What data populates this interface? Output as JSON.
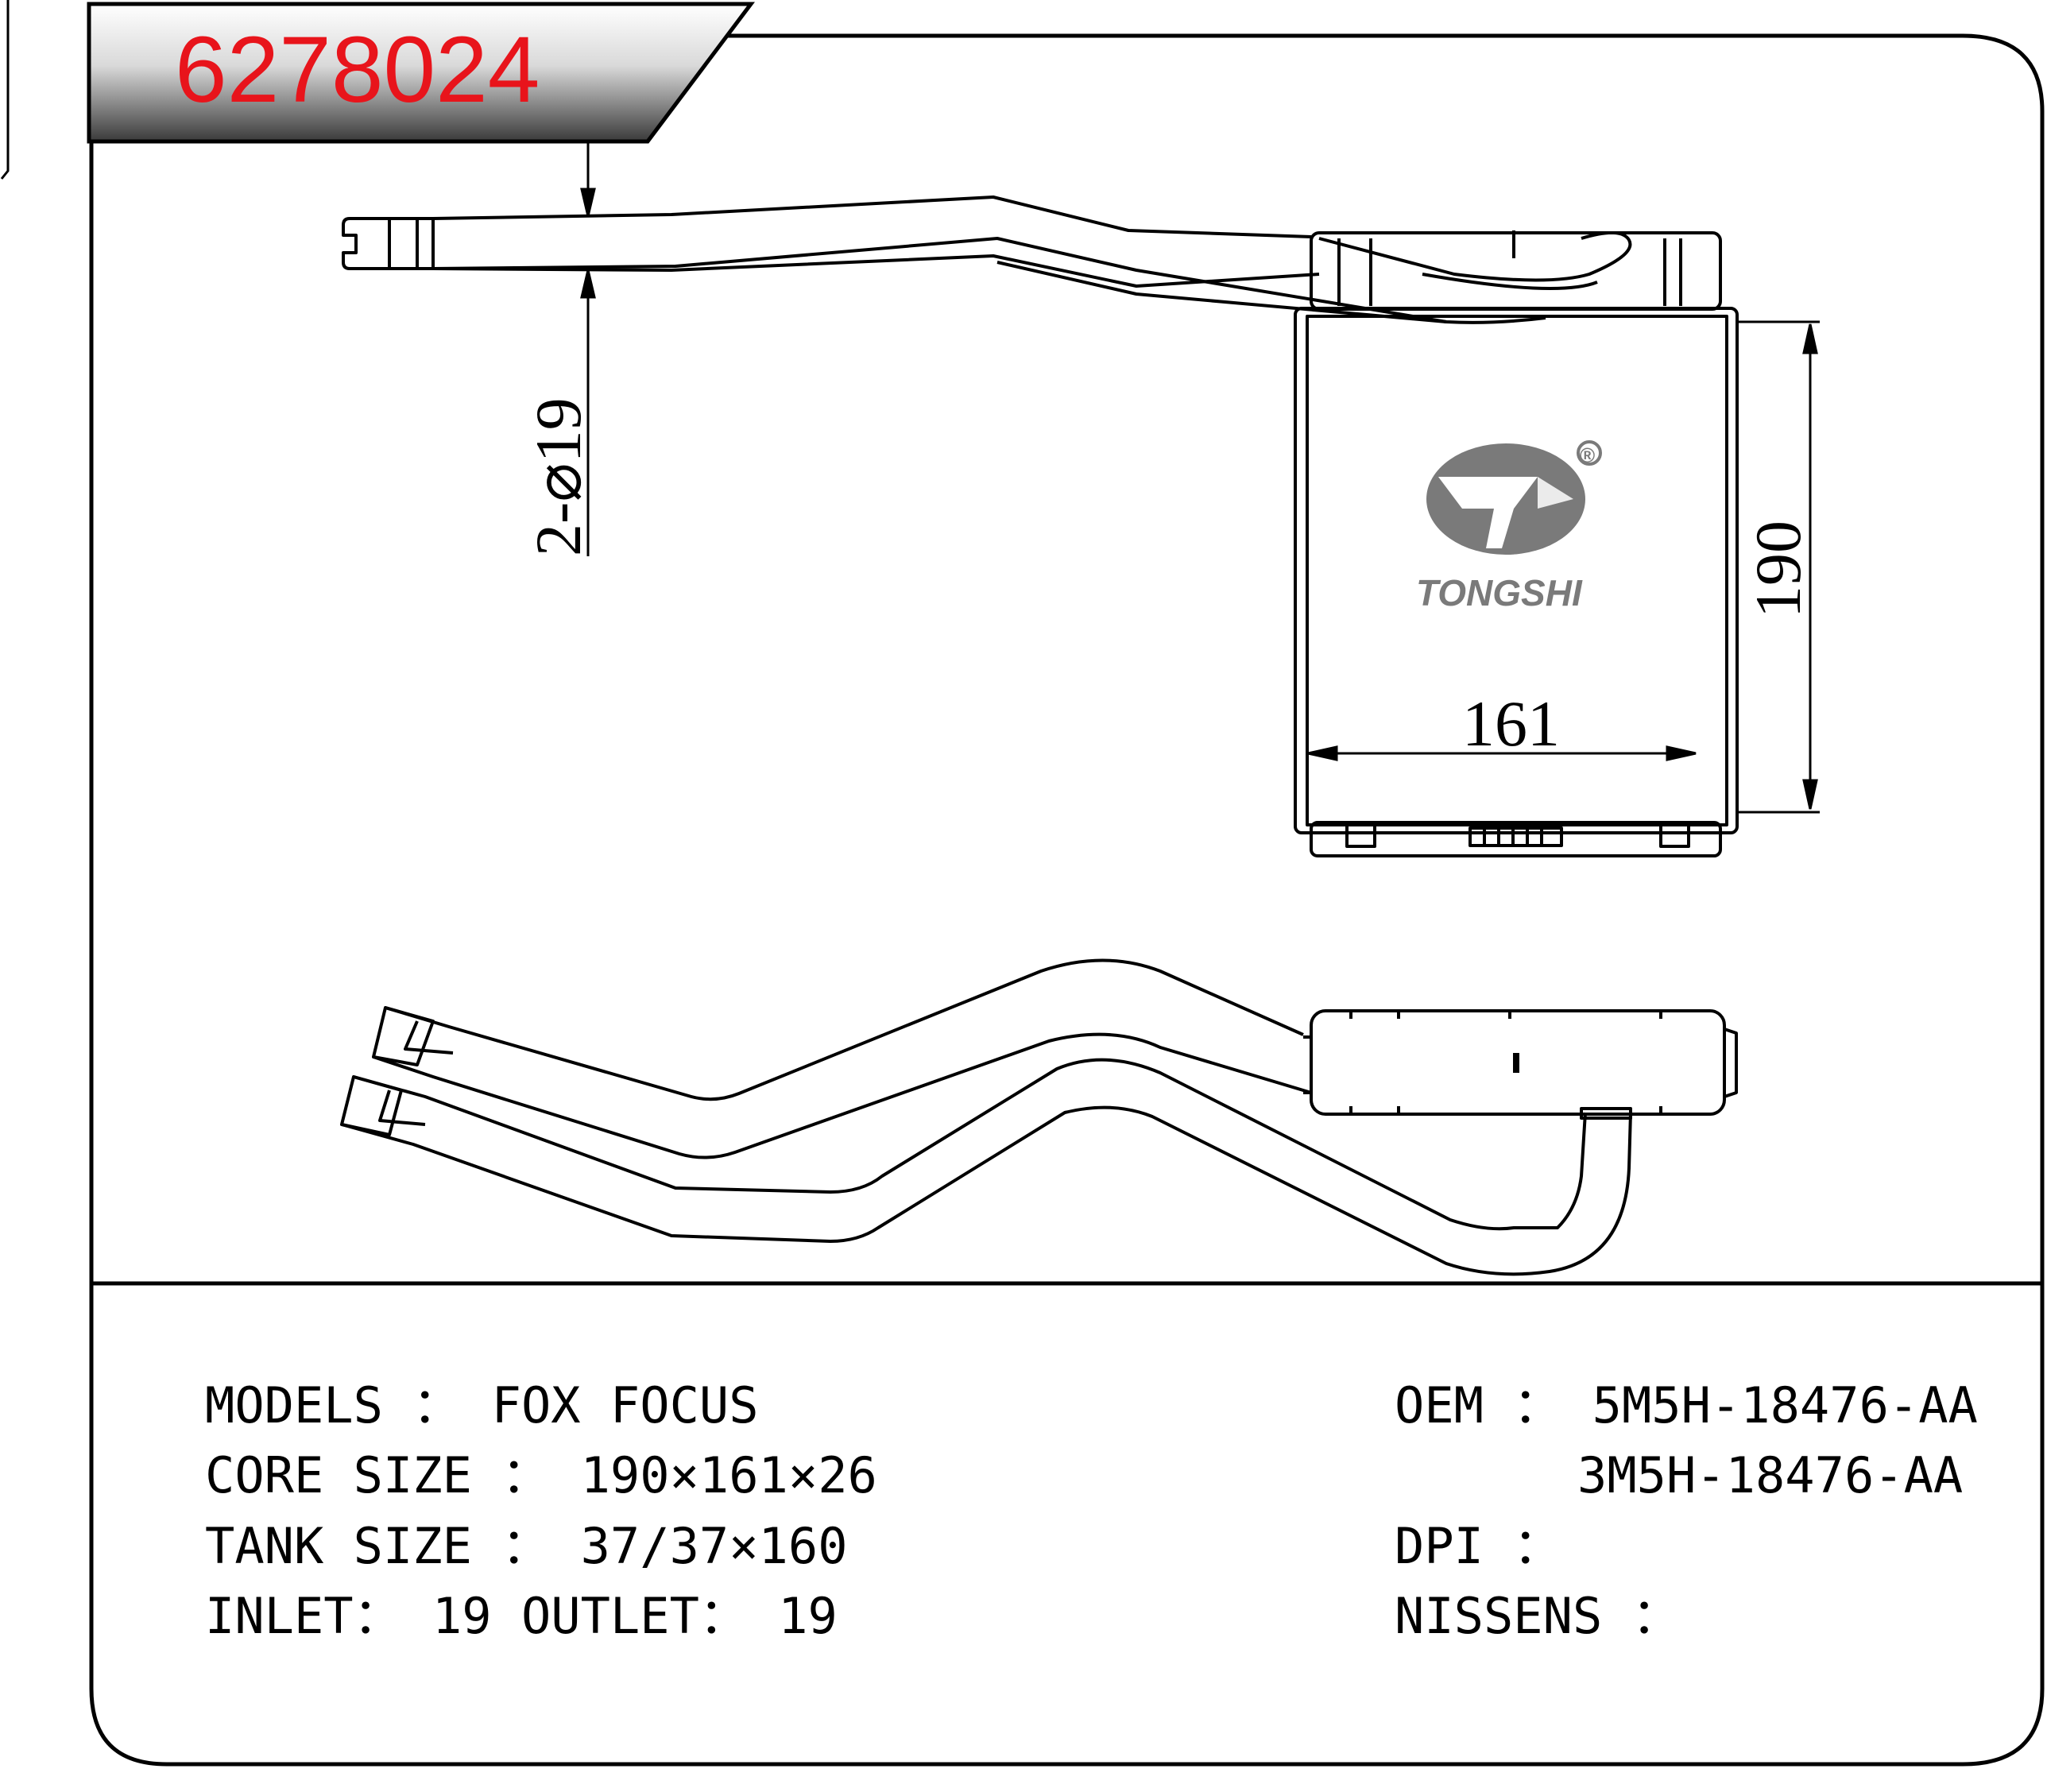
{
  "part_number": "6278024",
  "brand": {
    "name": "TONGSHI",
    "registered_mark": "®"
  },
  "dimensions": {
    "pipe_label": "2-⌀19",
    "height": "190",
    "width": "161"
  },
  "specs": {
    "models": "MODELS ： FOX FOCUS",
    "core_size": "CORE SIZE ： 190×161×26",
    "tank_size": "TANK SIZE ： 37/37×160",
    "inlet_outlet": "INLET： 19  OUTLET： 19",
    "oem_line1": "OEM ： 5M5H-18476-AA",
    "oem_line2": "3M5H-18476-AA",
    "dpi": "DPI ：",
    "nissens": "NISSENS ："
  },
  "colors": {
    "part_number": "#e8141b",
    "logo": "#7a7a7a",
    "line": "#000000"
  }
}
